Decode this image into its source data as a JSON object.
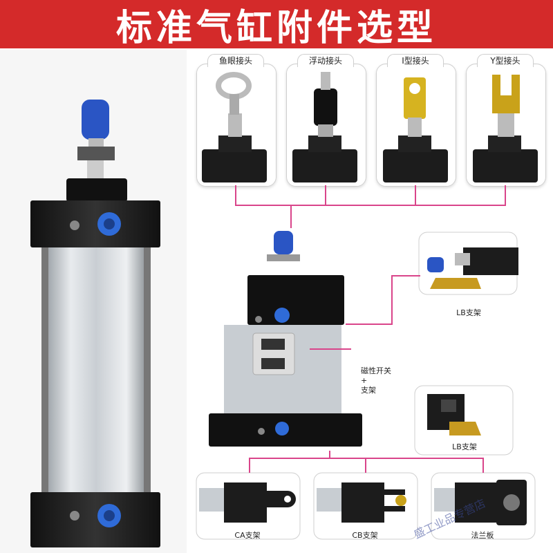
{
  "banner": {
    "title": "标准气缸附件选型"
  },
  "top_accessories": [
    {
      "label": "鱼眼接头"
    },
    {
      "label": "浮动接头"
    },
    {
      "label": "I型接头"
    },
    {
      "label": "Y型接头"
    }
  ],
  "side_accessories": {
    "lb_top": "LB支架",
    "switch_line1": "磁性开关",
    "switch_line2": "+",
    "switch_line3": "支架",
    "lb_bottom": "LB支架"
  },
  "bottom_accessories": [
    {
      "label": "CA支架"
    },
    {
      "label": "CB支架"
    },
    {
      "label": "法兰板"
    }
  ],
  "watermark": "盛工业品专营店",
  "colors": {
    "banner": "#d42a2a",
    "connector": "#d9448a",
    "port_blue": "#2f6bd8"
  }
}
